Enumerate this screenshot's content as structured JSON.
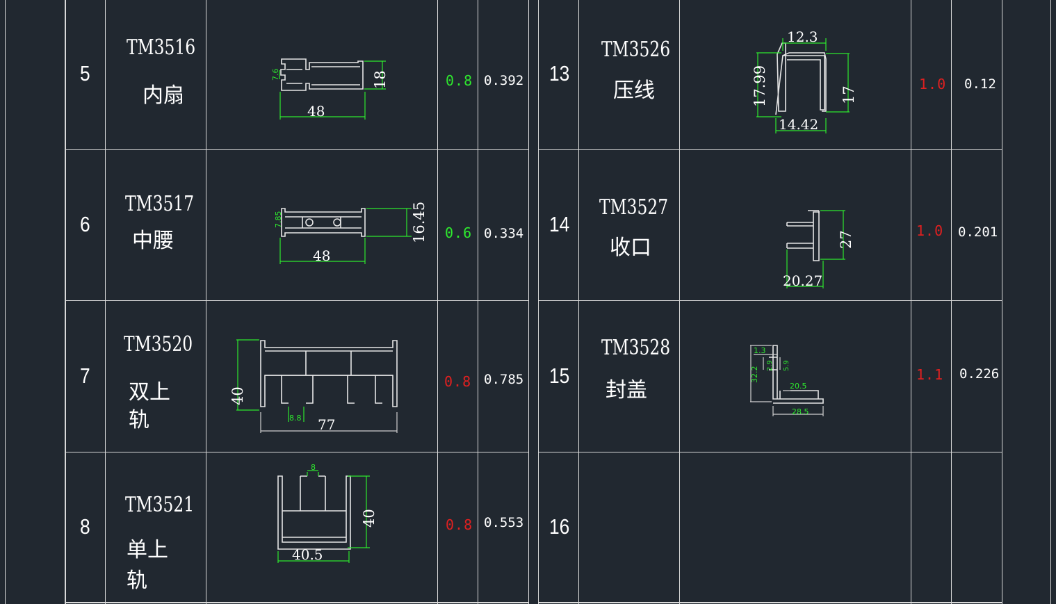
{
  "colors": {
    "background": "#212830",
    "grid": "#d9d9d9",
    "green": "#2ee82e",
    "red": "#e02020",
    "white": "#ffffff"
  },
  "left": [
    {
      "no": "5",
      "code": "TM3516",
      "name": "内扇",
      "thickness": "0.8",
      "thickness_color": "green",
      "weight": "0.392",
      "dims": {
        "a": "7.6",
        "b": "18",
        "c": "48"
      }
    },
    {
      "no": "6",
      "code": "TM3517",
      "name": "中腰",
      "thickness": "0.6",
      "thickness_color": "green",
      "weight": "0.334",
      "dims": {
        "a": "7.85",
        "b": "16.45",
        "c": "48"
      }
    },
    {
      "no": "7",
      "code": "TM3520",
      "name": "双上\n轨",
      "thickness": "0.8",
      "thickness_color": "red",
      "weight": "0.785",
      "dims": {
        "a": "40",
        "b": "8.8",
        "c": "77"
      }
    },
    {
      "no": "8",
      "code": "TM3521",
      "name": "单上\n轨",
      "thickness": "0.8",
      "thickness_color": "red",
      "weight": "0.553",
      "dims": {
        "a": "8",
        "b": "40",
        "c": "40.5"
      }
    }
  ],
  "right": [
    {
      "no": "13",
      "code": "TM3526",
      "name": "压线",
      "thickness": "1.0",
      "thickness_color": "red",
      "weight": "0.12",
      "dims": {
        "a": "12.3",
        "b": "17.99",
        "c": "17",
        "d": "14.42"
      }
    },
    {
      "no": "14",
      "code": "TM3527",
      "name": "收口",
      "thickness": "1.0",
      "thickness_color": "red",
      "weight": "0.201",
      "dims": {
        "a": "27",
        "b": "20.27"
      }
    },
    {
      "no": "15",
      "code": "TM3528",
      "name": "封盖",
      "thickness": "1.1",
      "thickness_color": "red",
      "weight": "0.226",
      "dims": {
        "a": "1.3",
        "b": "2.9",
        "c": "5.9",
        "d": "32.2",
        "e": "20.5",
        "f": "28.5"
      }
    },
    {
      "no": "16",
      "code": "",
      "name": "",
      "thickness": "",
      "thickness_color": "red",
      "weight": ""
    }
  ]
}
